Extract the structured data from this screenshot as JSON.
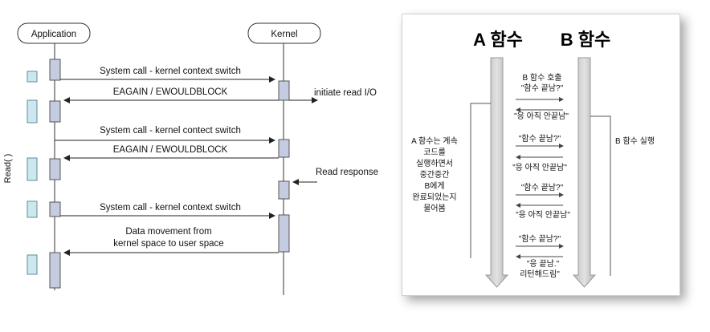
{
  "left_diagram": {
    "application_label": "Application",
    "kernel_label": "Kernel",
    "read_label": "Read( )",
    "messages": [
      {
        "text": "System call - kernel context switch"
      },
      {
        "text": "EAGAIN / EWOULDBLOCK"
      },
      {
        "text": "initiate read I/O"
      },
      {
        "text": "System call - kernel contect switch"
      },
      {
        "text": "EAGAIN / EWOULDBLOCK"
      },
      {
        "text": "Read response"
      },
      {
        "text": "System call - kernel context switch"
      },
      {
        "text": "Data movement from"
      },
      {
        "text": "kernel space to user space"
      }
    ]
  },
  "right_diagram": {
    "a_title": "A 함수",
    "b_title": "B 함수",
    "a_note": [
      "A 함수는 계속",
      "코드를",
      "실행하면서",
      "중간중간",
      "B에게",
      "완료되었는지",
      "물어봄"
    ],
    "b_note": "B 함수 실행",
    "messages": [
      {
        "text": "B 함수 호출"
      },
      {
        "text": "\"함수 끝남?\""
      },
      {
        "text": "\"응 아직 안끝남\""
      },
      {
        "text": "\"함수 끝남?\""
      },
      {
        "text": "\"응 아직 안끝남\""
      },
      {
        "text": "\"함수 끝남?\""
      },
      {
        "text": "\"응 아직 안끝남\""
      },
      {
        "text": "\"함수 끝남?\""
      },
      {
        "text": "\"응 끝남.\""
      },
      {
        "text": "리턴해드림\""
      }
    ]
  }
}
